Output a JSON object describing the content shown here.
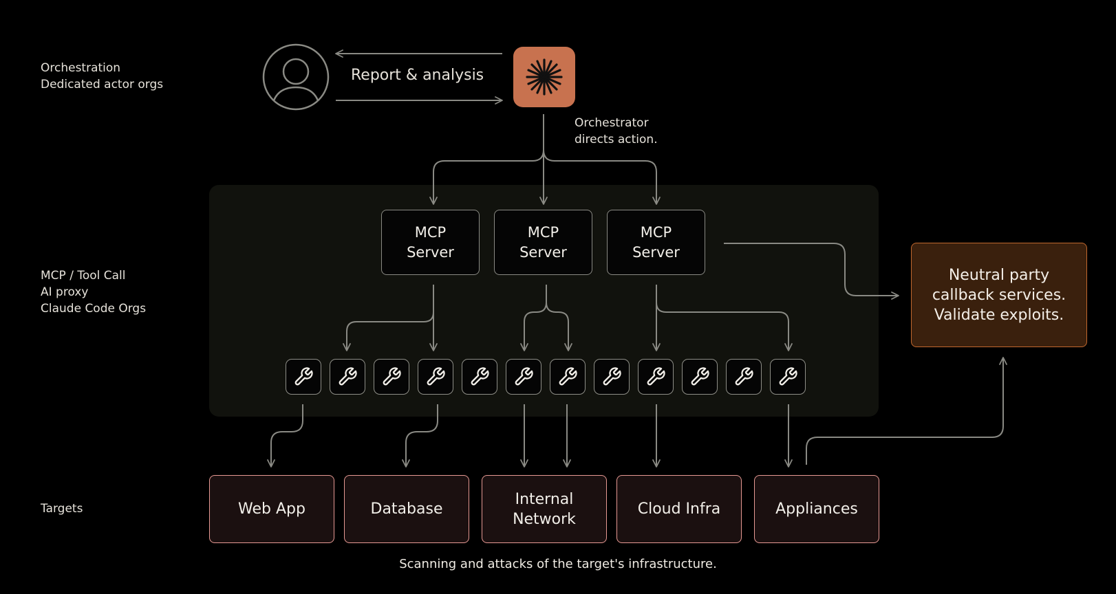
{
  "labels": {
    "orchestration": [
      "Orchestration",
      "Dedicated actor orgs"
    ],
    "mcp": [
      "MCP / Tool Call",
      "AI proxy",
      "Claude Code Orgs"
    ],
    "targets": "Targets"
  },
  "report_label": "Report & analysis",
  "orchestrator_note": [
    "Orchestrator",
    "directs action."
  ],
  "mcp_servers": [
    {
      "line1": "MCP",
      "line2": "Server"
    },
    {
      "line1": "MCP",
      "line2": "Server"
    },
    {
      "line1": "MCP",
      "line2": "Server"
    }
  ],
  "tool_count": 12,
  "targets": [
    {
      "lines": [
        "Web App"
      ]
    },
    {
      "lines": [
        "Database"
      ]
    },
    {
      "lines": [
        "Internal",
        "Network"
      ]
    },
    {
      "lines": [
        "Cloud Infra"
      ]
    },
    {
      "lines": [
        "Appliances"
      ]
    }
  ],
  "neutral_party": [
    "Neutral party",
    "callback services.",
    "Validate exploits."
  ],
  "caption": "Scanning and attacks of the target's infrastructure.",
  "colors": {
    "background": "#000000",
    "orchestrator": "#c8724f",
    "target_border": "#e89a94",
    "target_fill": "#1b1010",
    "neutral_border": "#c2682e",
    "neutral_fill": "#3a200d",
    "connector": "#8a8a84"
  },
  "icons": {
    "user": "user-circle-icon",
    "orchestrator": "starburst-icon",
    "tool": "wrench-icon"
  }
}
